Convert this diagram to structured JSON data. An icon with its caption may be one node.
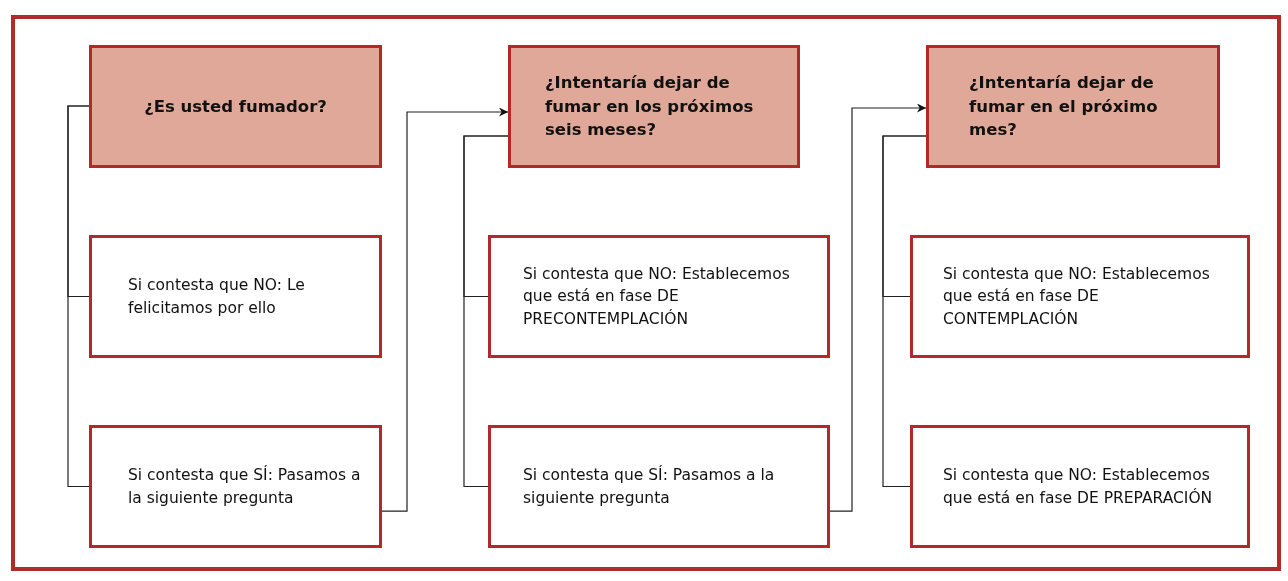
{
  "diagram": {
    "nodes": [
      {
        "text": [
          "¿Es usted fumador?"
        ]
      },
      {
        "text": [
          "Si contesta que NO: Le felicitamos por ello"
        ]
      },
      {
        "text": [
          "Si contesta que SÍ: Pasamos a la siguiente pregunta"
        ]
      },
      {
        "text": [
          "¿Intentaría dejar de fumar en los próximos seis meses?"
        ]
      },
      {
        "text": [
          "Si contesta que NO: Establecemos que está en fase DE PRECONTEMPLACIÓN"
        ]
      },
      {
        "text": [
          "Si contesta que SÍ: Pasamos a la siguiente pregunta"
        ]
      },
      {
        "text": [
          "¿Intentaría dejar de fumar en el próximo mes?"
        ]
      },
      {
        "text": [
          "Si contesta que NO: Establecemos que está en fase DE CONTEMPLACIÓN"
        ]
      },
      {
        "text": [
          "Si contesta que NO: Establecemos que está en fase DE PREPARACIÓN"
        ]
      }
    ],
    "edges": [
      {
        "from": 0,
        "to": 1,
        "arrow": "none"
      },
      {
        "from": 0,
        "to": 2,
        "arrow": "none"
      },
      {
        "from": 2,
        "to": 3,
        "arrow": "to"
      },
      {
        "from": 3,
        "to": 4,
        "arrow": "none"
      },
      {
        "from": 3,
        "to": 5,
        "arrow": "none"
      },
      {
        "from": 5,
        "to": 6,
        "arrow": "to"
      },
      {
        "from": 6,
        "to": 7,
        "arrow": "none"
      },
      {
        "from": 6,
        "to": 8,
        "arrow": "none"
      }
    ]
  }
}
